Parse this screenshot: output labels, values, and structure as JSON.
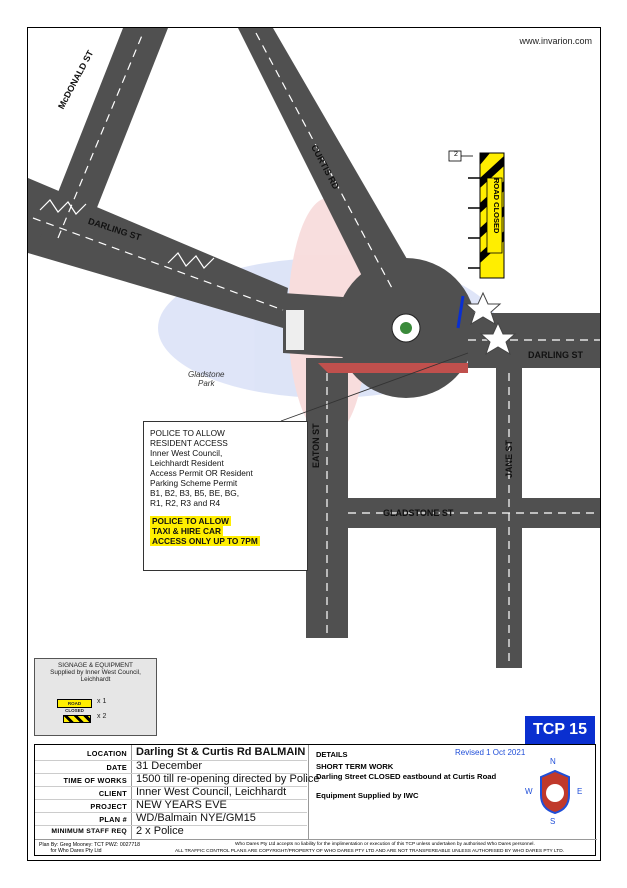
{
  "website": "www.invarion.com",
  "streets": {
    "mcdonald": "McDONALD ST",
    "curtis": "CURTIS RD",
    "darling_west": "DARLING ST",
    "darling_east": "DARLING ST",
    "eaton": "EATON ST",
    "jane": "JANE ST",
    "gladstone": "GLADSTONE ST",
    "park": "Gladstone\nPark"
  },
  "road_closed_sign": "ROAD CLOSED",
  "sign_number": "2",
  "note": {
    "lines": [
      "POLICE TO ALLOW",
      "RESIDENT ACCESS",
      "Inner West Council,",
      "Leichhardt Resident",
      "Access Permit OR Resident",
      "Parking Scheme Permit",
      "B1, B2, B3, B5, BE, BG,",
      "R1, R2, R3 and R4"
    ],
    "highlight": [
      "POLICE TO ALLOW",
      "TAXI & HIRE CAR",
      "ACCESS ONLY UP TO 7PM"
    ]
  },
  "signage": {
    "title": "SIGNAGE & EQUIPMENT",
    "subtitle": "Supplied by Inner West Council, Leichhardt",
    "item1_label": "ROAD CLOSED",
    "item1_qty": "x 1",
    "item2_qty": "x 2"
  },
  "tcp_label": "TCP 15",
  "info": {
    "rows": [
      {
        "label": "LOCATION",
        "value": "Darling St & Curtis Rd BALMAIN",
        "bold": true
      },
      {
        "label": "DATE",
        "value": "31 December"
      },
      {
        "label": "TIME OF WORKS",
        "value": "1500 till re-opening directed by Police"
      },
      {
        "label": "CLIENT",
        "value": "Inner West Council, Leichhardt"
      },
      {
        "label": "PROJECT",
        "value": "NEW YEARS EVE"
      },
      {
        "label": "PLAN #",
        "value": "WD/Balmain NYE/GM15"
      },
      {
        "label": "MINIMUM STAFF REQ",
        "value": "2 x Police"
      }
    ],
    "details_heading": "DETAILS",
    "revised": "Revised 1 Oct 2021",
    "details_line1": "SHORT TERM WORK",
    "details_line2": "Darling Street CLOSED eastbound at Curtis Road",
    "equipment": "Equipment Supplied by IWC",
    "plan_by": "Plan By: Greg Mooney: TCT PWZ: 0027718\n        for Who Dares Pty Ltd",
    "disclaimer1": "Who Dares Pty Ltd accepts no liability for the implimentation or execution of this TCP unless undertaken by authorised Who Dares personnel.",
    "disclaimer2": "ALL TRAFFIC CONTROL PLANS ARE COPYRIGHT/PROPERTY OF WHO DARES PTY LTD AND ARE NOT TRANSFEREABLE UNLESS AUTHORISED BY WHO DARES PTY LTD.",
    "compass": {
      "n": "N",
      "e": "E",
      "s": "S",
      "w": "W"
    }
  },
  "colors": {
    "road": "#505050",
    "lane_mark": "#ffffff",
    "closure_red": "#c0504d",
    "sign_yellow": "#ffee00",
    "tcp_blue": "#0a2fd0"
  }
}
